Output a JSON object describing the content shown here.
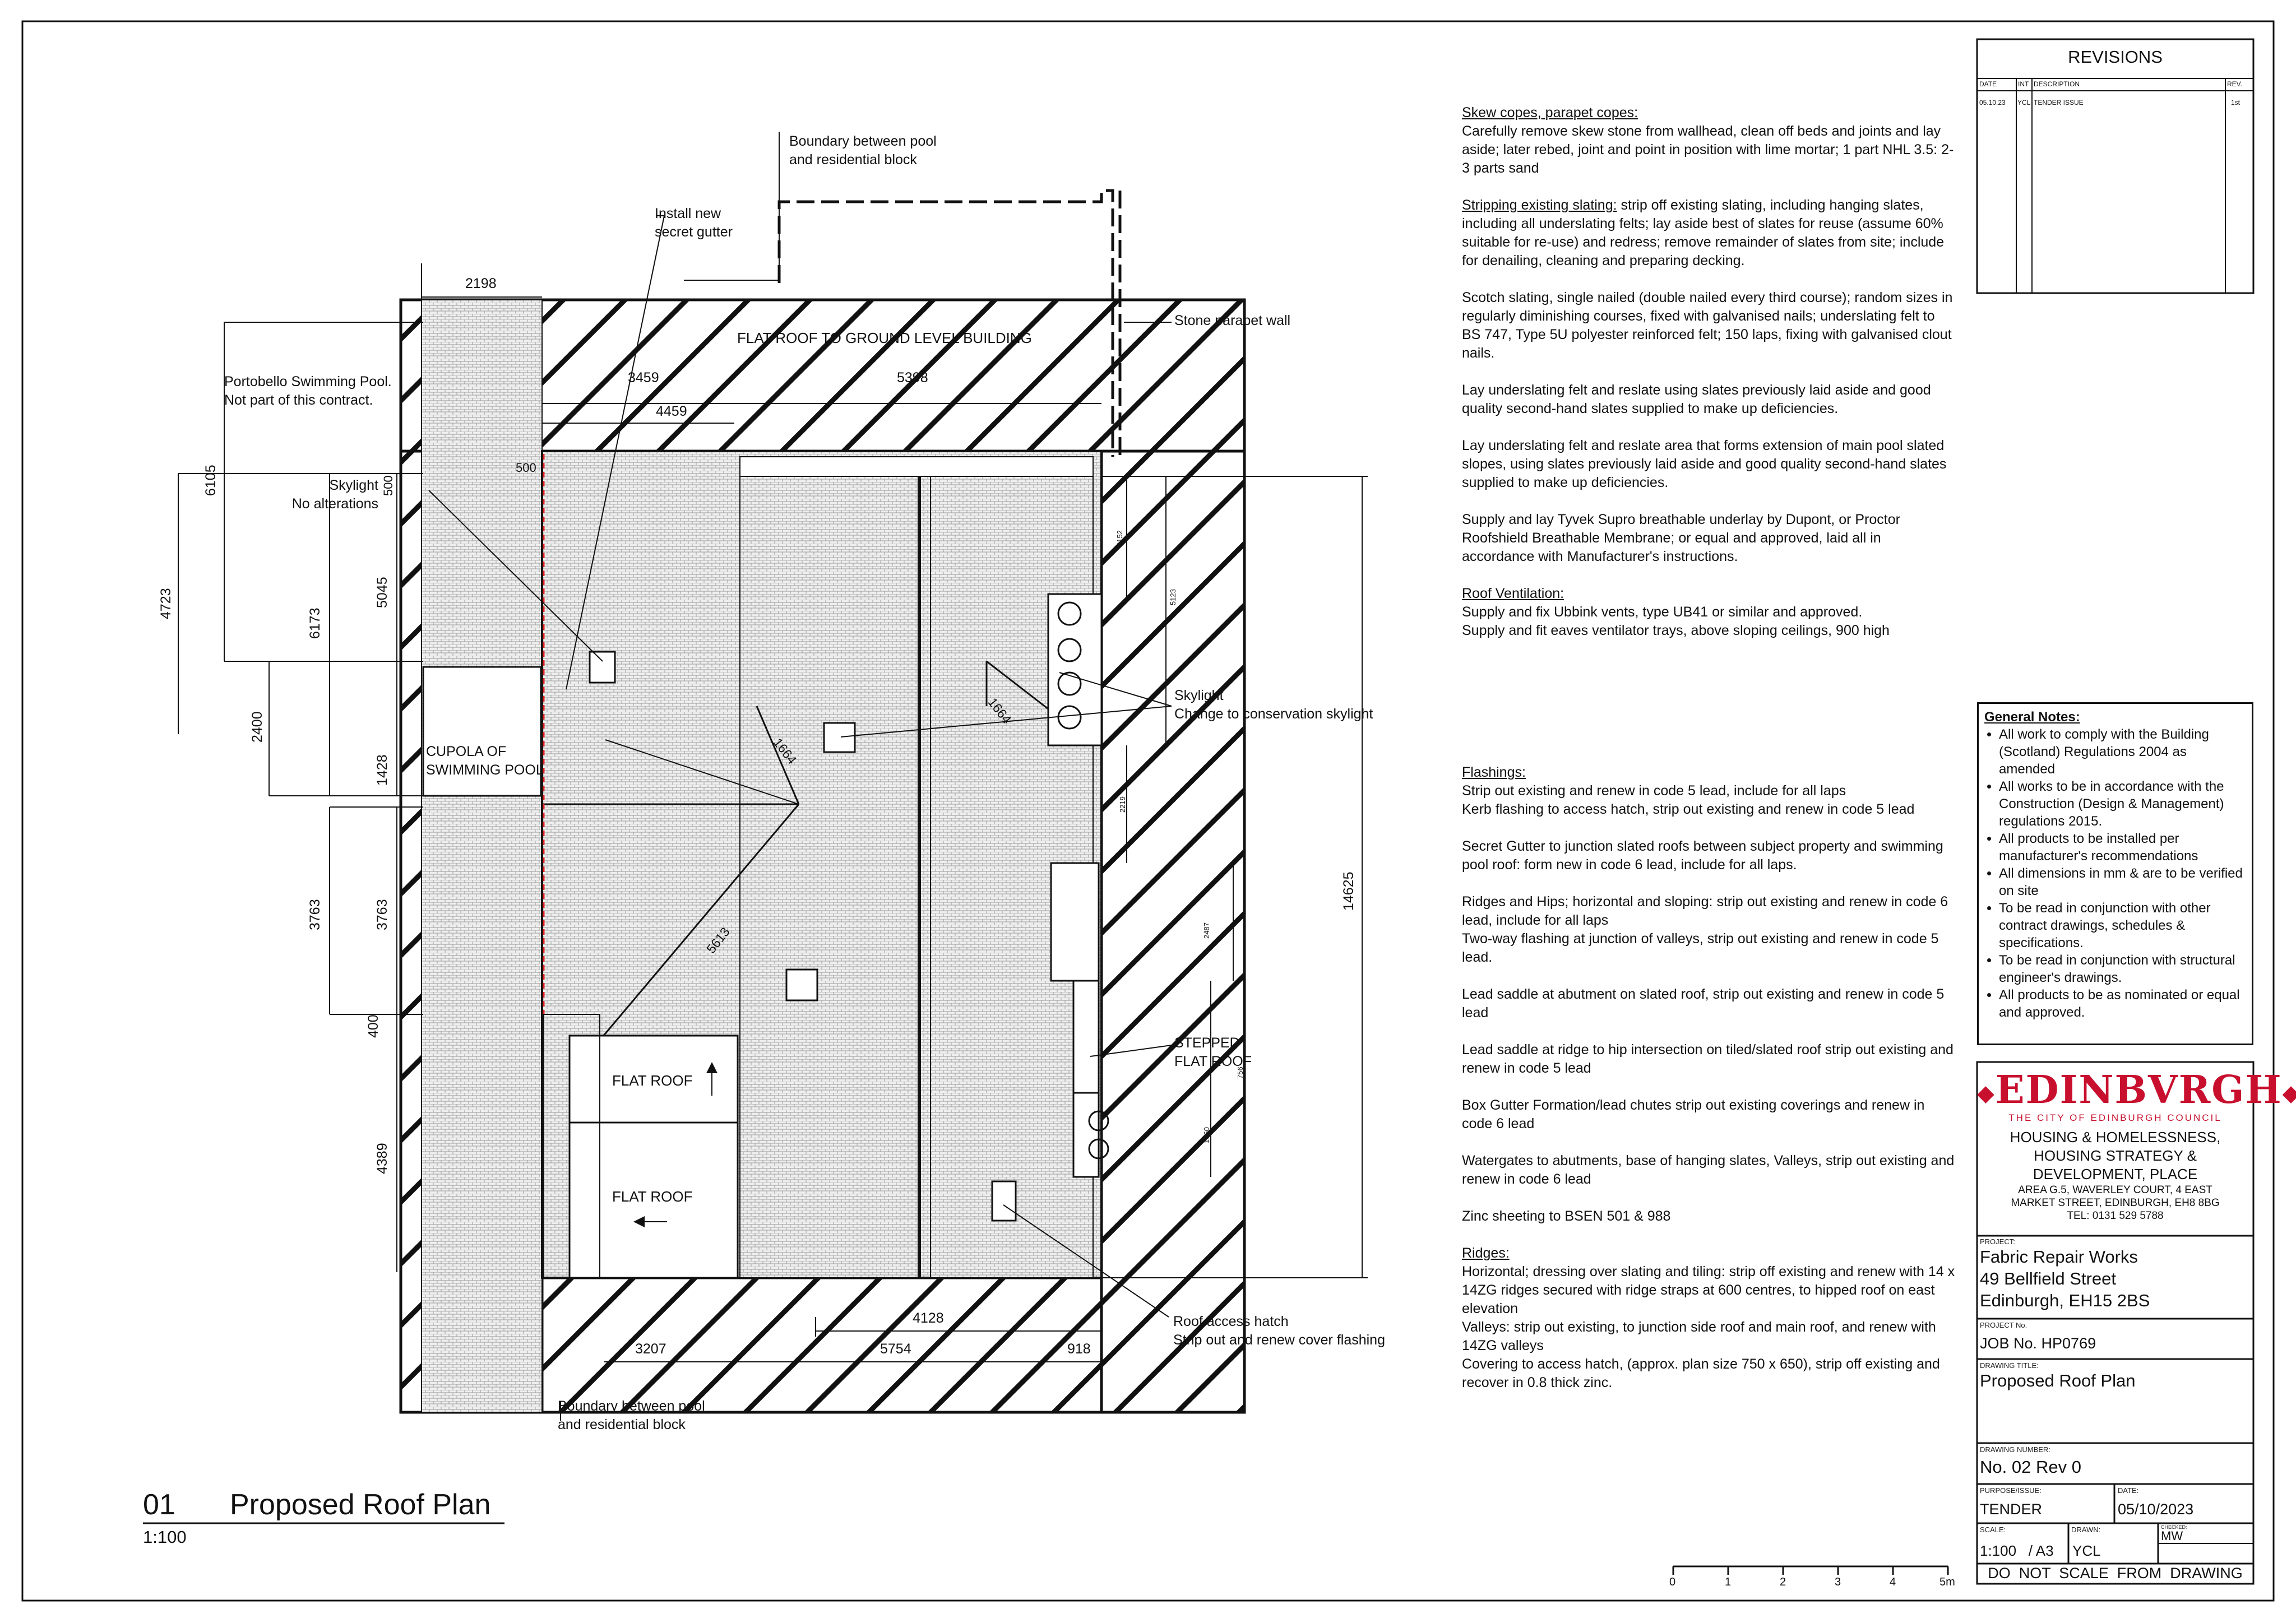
{
  "drawing": {
    "annotations": {
      "boundary_top": [
        "Boundary between pool",
        "and residential block"
      ],
      "install_gutter": [
        "Install new",
        "secret gutter"
      ],
      "portobello": [
        "Portobello Swimming Pool.",
        "Not part of this contract."
      ],
      "stone_parapet": "Stone parapet wall",
      "flat_roof_ground": "FLAT ROOF TO GROUND LEVEL BUILDING",
      "skylight_left": [
        "Skylight",
        "No alterations"
      ],
      "skylight_right": [
        "Skylight",
        "Change to conservation skylight"
      ],
      "cupola": [
        "CUPOLA OF",
        "SWIMMING POOL"
      ],
      "stepped_flat": [
        "STEPPED",
        "FLAT ROOF"
      ],
      "flat_roof_1": "FLAT ROOF",
      "flat_roof_2": "FLAT ROOF",
      "roof_hatch": [
        "Roof access hatch",
        "Strip out and renew cover flashing"
      ],
      "boundary_bottom": [
        "Boundary between pool",
        "and residential block"
      ]
    },
    "dimensions": {
      "d2198": "2198",
      "d3459": "3459",
      "d5398": "5398",
      "d4459": "4459",
      "d500": "500",
      "d6105": "6105",
      "d4723": "4723",
      "d6173": "6173",
      "d5045": "5045",
      "d500v": "500",
      "d2400": "2400",
      "d1428": "1428",
      "d3763a": "3763",
      "d3763b": "3763",
      "d400": "400",
      "d4389": "4389",
      "d14625": "14625",
      "d1664a": "1664",
      "d1664b": "1664",
      "d5613": "5613",
      "d4128": "4128",
      "d3207": "3207",
      "d5754": "5754",
      "d918": "918",
      "s2152": "2152",
      "s5123": "5123",
      "s2219": "2219",
      "s2487": "2487",
      "s756": "756",
      "s1660": "1660"
    },
    "view_title": {
      "number": "01",
      "title": "Proposed Roof Plan",
      "scale": "1:100"
    },
    "scale_bar": {
      "labels": [
        "0",
        "1",
        "2",
        "3",
        "4",
        "5m"
      ]
    }
  },
  "notes": [
    {
      "heading": "Skew copes, parapet copes:",
      "text": "Carefully remove skew stone from wallhead, clean off beds and joints and lay aside; later rebed, joint and point in position with lime mortar; 1 part NHL 3.5: 2-3 parts sand"
    },
    {
      "heading": "Stripping existing slating:",
      "text": " strip off existing slating, including hanging slates, including all underslating felts; lay aside best of slates for reuse (assume 60% suitable for re-use) and redress;  remove remainder of slates from site; include for denailing, cleaning and preparing decking."
    },
    {
      "heading": "",
      "text": "Scotch slating, single nailed (double nailed every third course); random sizes in regularly diminishing courses, fixed with galvanised nails; underslating felt to BS 747, Type 5U polyester reinforced felt; 150 laps, fixing with galvanised clout nails."
    },
    {
      "heading": "",
      "text": "Lay underslating felt and reslate using slates previously laid aside and good quality second-hand slates supplied to make up deficiencies."
    },
    {
      "heading": "",
      "text": "Lay underslating felt and reslate area that forms extension of main pool slated slopes, using slates previously laid aside and good quality second-hand slates supplied to make up deficiencies."
    },
    {
      "heading": "",
      "text": "Supply and lay Tyvek Supro breathable underlay by Dupont, or Proctor Roofshield Breathable Membrane; or equal and approved, laid all in accordance with Manufacturer's instructions."
    },
    {
      "heading": "Roof Ventilation:",
      "text": "Supply and fix Ubbink vents, type UB41 or similar and approved.\nSupply and fit eaves ventilator trays, above sloping ceilings, 900 high"
    }
  ],
  "notes2": [
    {
      "heading": "Flashings:",
      "text": "Strip out existing and renew in code 5 lead, include for all laps\nKerb flashing to access hatch, strip out existing and renew in code 5 lead"
    },
    {
      "heading": "",
      "text": "Secret Gutter to junction slated roofs between subject property and swimming pool roof: form new in code 6 lead, include for all laps."
    },
    {
      "heading": "",
      "text": "Ridges and Hips; horizontal and sloping: strip out existing and renew in code 6 lead, include for all laps\nTwo-way flashing at junction of valleys, strip out existing and renew in code 5 lead."
    },
    {
      "heading": "",
      "text": "Lead saddle at abutment on slated roof, strip out existing and renew in code 5 lead"
    },
    {
      "heading": "",
      "text": "Lead saddle at ridge to hip intersection on tiled/slated roof strip out existing and renew in code 5 lead"
    },
    {
      "heading": "",
      "text": "Box Gutter Formation/lead chutes strip out existing coverings and renew in code 6 lead"
    },
    {
      "heading": "",
      "text": "Watergates to abutments, base of hanging slates, Valleys, strip out existing and renew in code 6 lead"
    },
    {
      "heading": "",
      "text": "Zinc sheeting to  BSEN 501 & 988"
    },
    {
      "heading": "Ridges:",
      "text": "Horizontal; dressing over slating and tiling: strip off existing and renew with 14 x 14ZG ridges secured with ridge straps at 600 centres, to hipped roof on east elevation\nValleys: strip out existing, to junction side roof and main roof, and renew with 14ZG valleys\nCovering to access hatch, (approx. plan size 750 x 650), strip off existing and recover in 0.8 thick zinc."
    }
  ],
  "revisions": {
    "title": "REVISIONS",
    "headers": [
      "DATE",
      "INT",
      "DESCRIPTION",
      "REV."
    ],
    "rows": [
      {
        "date": "05.10.23",
        "int": "YCL",
        "desc": "TENDER ISSUE",
        "rev": "1st"
      }
    ]
  },
  "general_notes": {
    "heading": "General Notes:",
    "items": [
      "All work to comply with the Building (Scotland) Regulations 2004 as amended",
      "All works to be in accordance with the Construction (Design & Management) regulations 2015.",
      "All products to be installed per manufacturer's recommendations",
      "All dimensions in mm & are to be verified on site",
      "To be read in conjunction with other contract drawings, schedules & specifications.",
      "To be read in conjunction with structural engineer's drawings.",
      "All products to be as nominated or equal and approved."
    ]
  },
  "title_block": {
    "logo": "EDINBVRGH",
    "logo_sub": "THE CITY OF EDINBURGH COUNCIL",
    "dept_lines": [
      "HOUSING & HOMELESSNESS,",
      "HOUSING STRATEGY &",
      "DEVELOPMENT, PLACE"
    ],
    "address_lines": [
      "AREA G.5, WAVERLEY COURT, 4 EAST",
      "MARKET STREET, EDINBURGH, EH8 8BG",
      "TEL: 0131 529 5788"
    ],
    "project_label": "PROJECT:",
    "project_lines": [
      "Fabric Repair Works",
      "49 Bellfield Street",
      "Edinburgh, EH15 2BS"
    ],
    "project_no_label": "PROJECT No.",
    "project_no": "JOB No. HP0769",
    "drawing_title_label": "DRAWING TITLE:",
    "drawing_title": "Proposed Roof Plan",
    "drawing_number_label": "DRAWING NUMBER:",
    "drawing_number": "No. 02 Rev 0",
    "purpose_label": "PURPOSE/ISSUE:",
    "purpose": "TENDER",
    "date_label": "DATE:",
    "date": "05/10/2023",
    "scale_label": "SCALE:",
    "scale": "1:100   / A3",
    "drawn_label": "DRAWN:",
    "drawn": "YCL",
    "checked_label": "CHECKED:",
    "checked": "MW",
    "footer": "DO  NOT  SCALE  FROM  DRAWING"
  },
  "colors": {
    "line": "#111111",
    "hatch_fill": "#d9d9d9",
    "logo_red": "#c8102e",
    "secret_gutter": "#e02020"
  }
}
